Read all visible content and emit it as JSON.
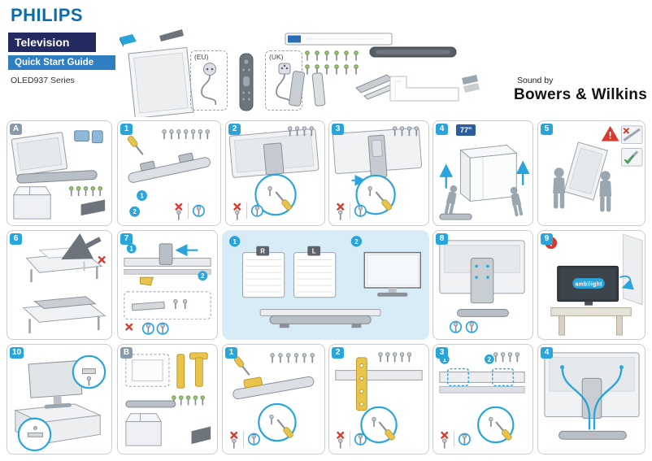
{
  "header": {
    "brand": "PHILIPS",
    "product": "Television",
    "guide": "Quick Start Guide",
    "series": "OLED937 Series",
    "sound_by": "Sound by",
    "audio_brand": "Bowers & Wilkins"
  },
  "contents": {
    "eu_label": "(EU)",
    "uk_label": "(UK)"
  },
  "badges": {
    "a": "A",
    "b": "B",
    "n1": "1",
    "n2": "2",
    "n3": "3",
    "n4": "4",
    "n5": "5",
    "n6": "6",
    "n7": "7",
    "n8": "8",
    "n9": "9",
    "n10": "10",
    "m1": "1",
    "m2": "2",
    "m3": "3",
    "m4": "4"
  },
  "labels": {
    "size": "77\"",
    "right": "R",
    "left": "L",
    "step1": "1",
    "step2": "2",
    "warning": "!",
    "ambilight": "ambilight"
  },
  "colors": {
    "brand_blue": "#0d6cae",
    "navy_bar": "#232a60",
    "blue_bar": "#2f7ec2",
    "step_blue": "#2aa5dc",
    "panel_blue_bg": "#d8ecf7",
    "warning_red": "#d8392f",
    "tool_yellow": "#e8c44c"
  }
}
